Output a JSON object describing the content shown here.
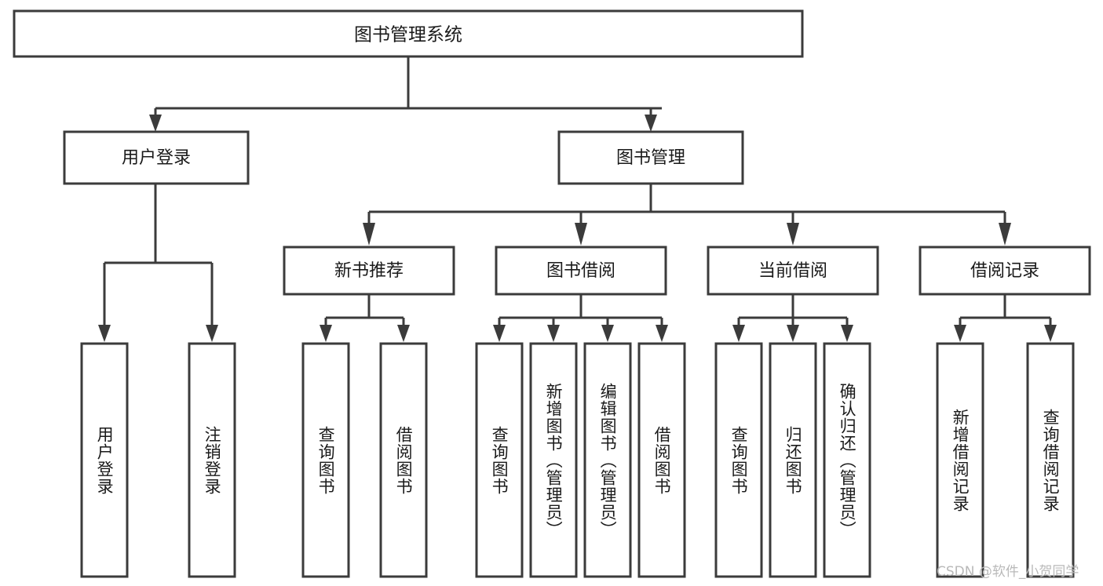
{
  "diagram": {
    "title": "图书管理系统",
    "type": "hierarchy-tree",
    "colors": {
      "box_stroke": "#3b3b3b",
      "box_fill": "#ffffff",
      "text": "#1a1a1a",
      "watermark": "#b9b9b9",
      "background": "#ffffff"
    },
    "root": {
      "label": "图书管理系统"
    },
    "level2": [
      {
        "label": "用户登录"
      },
      {
        "label": "图书管理"
      }
    ],
    "level3": [
      {
        "label": "新书推荐"
      },
      {
        "label": "图书借阅"
      },
      {
        "label": "当前借阅"
      },
      {
        "label": "借阅记录"
      }
    ],
    "leaves": {
      "user_login": [
        {
          "label": "用户登录"
        },
        {
          "label": "注销登录"
        }
      ],
      "new_book_recommend": [
        {
          "label": "查询图书"
        },
        {
          "label": "借阅图书"
        }
      ],
      "book_borrow": [
        {
          "label": "查询图书"
        },
        {
          "label": "新增图书（管理员）"
        },
        {
          "label": "编辑图书（管理员）"
        },
        {
          "label": "借阅图书"
        }
      ],
      "current_borrow": [
        {
          "label": "查询图书"
        },
        {
          "label": "归还图书"
        },
        {
          "label": "确认归还（管理员）"
        }
      ],
      "borrow_record": [
        {
          "label": "新增借阅记录"
        },
        {
          "label": "查询借阅记录"
        }
      ]
    },
    "watermark": "CSDN @软件_小贺同学"
  }
}
